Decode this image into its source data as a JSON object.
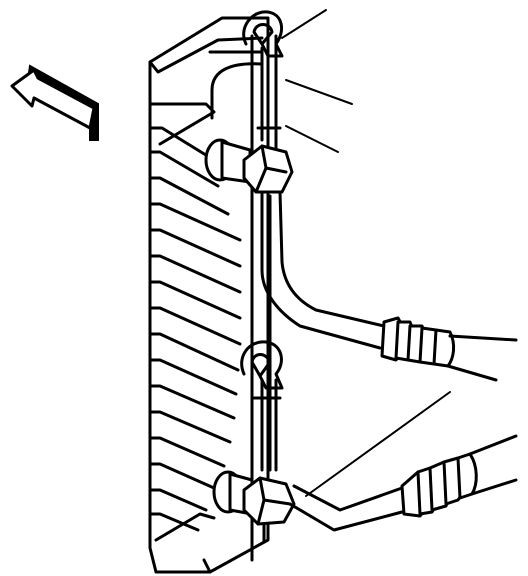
{
  "figure": {
    "kind": "line-art technical illustration",
    "colors": {
      "ink": "#000000",
      "paper": "#ffffff"
    },
    "parts": [
      {
        "name": "radiator-tank"
      },
      {
        "name": "upper-retaining-clip"
      },
      {
        "name": "lower-retaining-clip"
      },
      {
        "name": "upper-cooler-fitting"
      },
      {
        "name": "lower-cooler-fitting"
      },
      {
        "name": "upper-cooler-line"
      },
      {
        "name": "lower-cooler-line"
      },
      {
        "name": "front-direction-arrow"
      }
    ]
  }
}
